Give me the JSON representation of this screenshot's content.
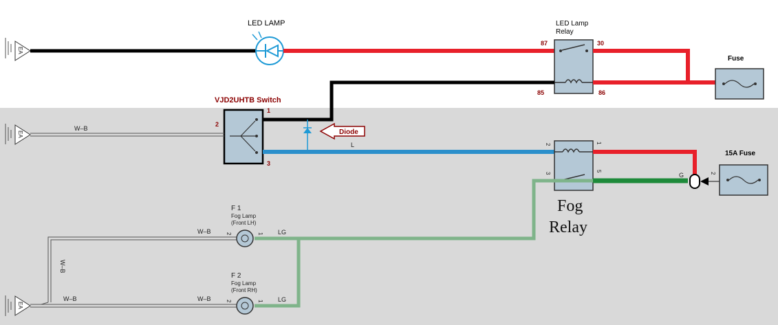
{
  "colors": {
    "red_wire": "#e8202a",
    "black_wire": "#000000",
    "blue_wire": "#2b8fcb",
    "green_wire": "#1e8a3a",
    "lightgreen_wire": "#7fb48a",
    "component_fill": "#b4c8d6",
    "gray_panel": "#d9d9d9",
    "led_blue": "#1e9ad6",
    "switch_label": "#8b0000",
    "diode_arrow": "#8b0000"
  },
  "labels": {
    "led_lamp": "LED LAMP",
    "led_relay_line1": "LED Lamp",
    "led_relay_line2": "Relay",
    "fuse": "Fuse",
    "switch": "VJD2UHTB Switch",
    "diode": "Diode",
    "fuse_15a": "15A Fuse",
    "fog_relay_line1": "Fog",
    "fog_relay_line2": "Relay",
    "f1": "F 1",
    "f1_desc1": "Fog Lamp",
    "f1_desc2": "(Front LH)",
    "f2": "F 2",
    "f2_desc1": "Fog Lamp",
    "f2_desc2": "(Front RH)"
  },
  "pins": {
    "relay_87": "87",
    "relay_30": "30",
    "relay_85": "85",
    "relay_86": "86",
    "switch_1": "1",
    "switch_2": "2",
    "switch_3": "3",
    "fog_2": "2",
    "fog_1": "1",
    "fog_3": "3",
    "fog_5": "5",
    "fuse_2": "2",
    "lamp_pin_2": "2",
    "lamp_pin_1": "1"
  },
  "wires": {
    "wb": "W–B",
    "l": "L",
    "lg": "LG",
    "g": "G"
  },
  "grounds": {
    "ea": "EA"
  }
}
